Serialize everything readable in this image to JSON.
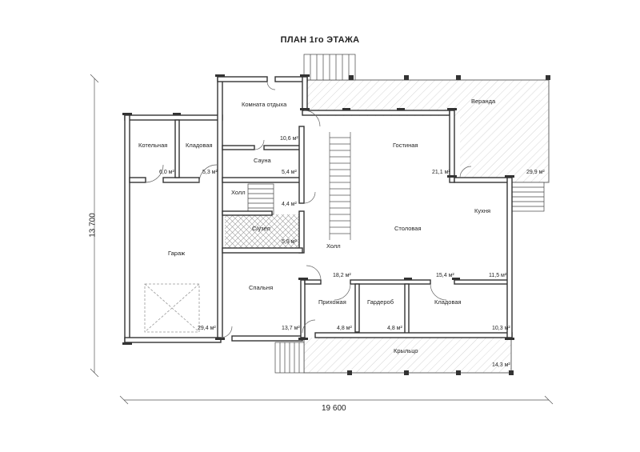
{
  "title": "ПЛАН 1го ЭТАЖА",
  "dimensions": {
    "width": "19 600",
    "height": "13 700"
  },
  "rooms": [
    {
      "name": "Котельная"
    },
    {
      "name": "Кладовая"
    },
    {
      "name": "Комната отдыха"
    },
    {
      "name": "Сауна"
    },
    {
      "name": "Холл"
    },
    {
      "name": "Веранда"
    },
    {
      "name": "Гостиная"
    },
    {
      "name": "Кухня"
    },
    {
      "name": "Столовая"
    },
    {
      "name": "С/узел"
    },
    {
      "name": "Гараж"
    },
    {
      "name": "Холл"
    },
    {
      "name": "Спальня"
    },
    {
      "name": "Прихожая"
    },
    {
      "name": "Гардероб"
    },
    {
      "name": "Кладовая"
    },
    {
      "name": "Крыльцо"
    }
  ],
  "areas": [
    {
      "value": "6,0 м²"
    },
    {
      "value": "5,3 м²"
    },
    {
      "value": "10,6 м²"
    },
    {
      "value": "5,4 м²"
    },
    {
      "value": "4,4 м²"
    },
    {
      "value": "5,9 м²"
    },
    {
      "value": "21,1 м²"
    },
    {
      "value": "29,9 м²"
    },
    {
      "value": "18,2 м²"
    },
    {
      "value": "15,4 м²"
    },
    {
      "value": "11,5 м²"
    },
    {
      "value": "29,4 м²"
    },
    {
      "value": "13,7 м²"
    },
    {
      "value": "4,8 м²"
    },
    {
      "value": "4,8 м²"
    },
    {
      "value": "10,3 м²"
    },
    {
      "value": "14,3 м²"
    }
  ]
}
